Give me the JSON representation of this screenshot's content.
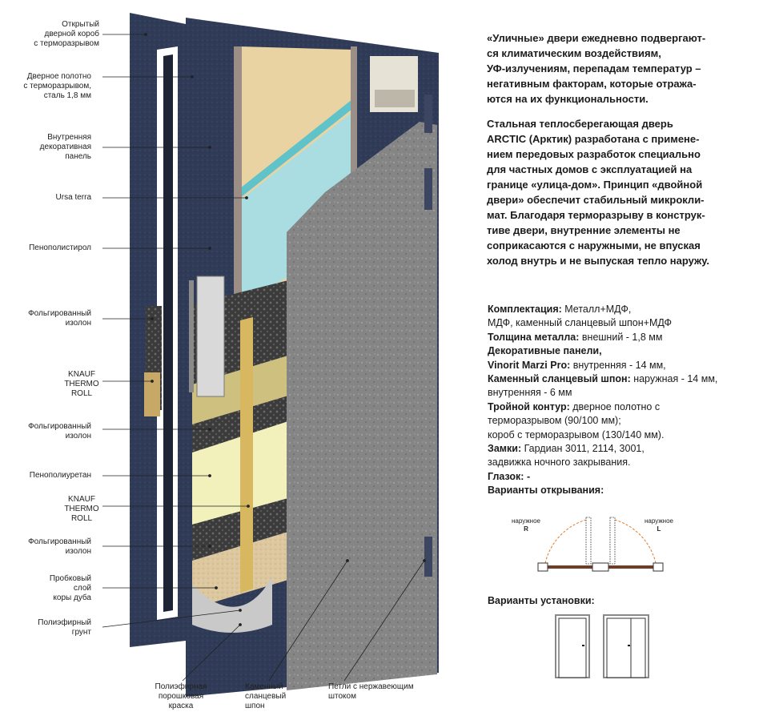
{
  "callouts_left": [
    {
      "text": "Открытый\nдверной короб\nс терморазрывом"
    },
    {
      "text": "Дверное полотно\nс терморазрывом,\nсталь 1,8 мм"
    },
    {
      "text": "Внутренняя\nдекоративная\nпанель"
    },
    {
      "text": "Ursa terra"
    },
    {
      "text": "Пенополистирол"
    },
    {
      "text": "Фольгированный\nизолон"
    },
    {
      "text": "KNAUF\nTHERMO\nROLL"
    },
    {
      "text": "Фольгированный\nизолон"
    },
    {
      "text": "Пенополиуретан"
    },
    {
      "text": "KNAUF\nTHERMO\nROLL"
    },
    {
      "text": "Фольгированный\nизолон"
    },
    {
      "text": "Пробковый\nслой\nкоры дуба"
    },
    {
      "text": "Полиэфирный\nгрунт"
    }
  ],
  "callouts_bottom": [
    {
      "text": "Полиэфирная\nпорошковая\nкраска"
    },
    {
      "text": "Каменный\nсланцевый\nшпон"
    },
    {
      "text": "Петли с нержавеющим\nштоком"
    }
  ],
  "intro": {
    "p1": "«Уличные» двери ежедневно подвергают-\nся климатическим воздействиям,\nУФ-излучениям, перепадам температур –\nнегативным факторам, которые отража-\nются на их функциональности.",
    "p2": "Стальная теплосберегающая дверь\nARCTIC (Арктик) разработана с примене-\nнием передовых разработок специально\nдля частных домов с эксплуатацией на\nгранице «улица-дом». Принцип «двойной\nдвери» обеспечит стабильный микрокли-\nмат. Благодаря терморазрыву в конструк-\nтиве двери, внутренние элементы не\nсоприкасаются с наружными, не впуская\nхолод внутрь и не выпуская тепло наружу."
  },
  "specs": {
    "komplekt_label": "Комплектация:",
    "komplekt_value1": " Металл+МДФ,",
    "komplekt_value2": "МДФ, каменный сланцевый шпон+МДФ",
    "metal_label": "Толщина металла:",
    "metal_value": " внешний - 1,8 мм",
    "panels_label": "Декоративные панели,",
    "vinorit_label": "Vinorit Marzi Pro:",
    "vinorit_value": " внутренняя - 14 мм,",
    "stone_label": "Каменный сланцевый шпон:",
    "stone_value1": " наружная - 14 мм,",
    "stone_value2": "внутренняя - 6 мм",
    "contour_label": "Тройной контур:",
    "contour_value1": " дверное полотно с",
    "contour_value2": "терморазрывом (90/100 мм);",
    "contour_value3": "короб с терморазрывом (130/140 мм).",
    "locks_label": "Замки:",
    "locks_value1": " Гардиан 3011, 2114, 3001,",
    "locks_value2": "задвижка ночного закрывания.",
    "peephole_label": "Глазок: -",
    "opening_label": "Варианты открывания:"
  },
  "opening_diagram": {
    "left_label_line1": "наружное",
    "left_label_line2": "R",
    "right_label_line1": "наружное",
    "right_label_line2": "L"
  },
  "installation_label": "Варианты установки:",
  "colors": {
    "frame": "#2e3a55",
    "inner_panel": "#e9d2a2",
    "ursa": "#a8dce0",
    "foil": "#3a3a3a",
    "ppu": "#f2f0b8",
    "cork": "#d9c39a",
    "stone": "#7c7c7c",
    "accent_orange": "#e07a2a"
  }
}
